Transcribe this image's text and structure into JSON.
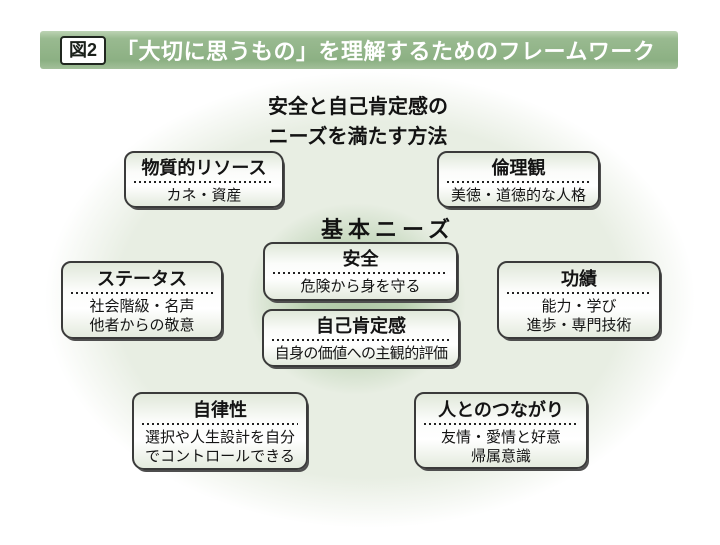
{
  "header": {
    "badge": "図2",
    "title": "「大切に思うもの」を理解するためのフレームワーク"
  },
  "caption": {
    "line1": "安全と自己肯定感の",
    "line2": "ニーズを満たす方法"
  },
  "center_label": "基本ニーズ",
  "boxes": [
    {
      "id": "material-resources",
      "title": "物質的リソース",
      "lines": [
        "カネ・資産"
      ]
    },
    {
      "id": "ethics",
      "title": "倫理観",
      "lines": [
        "美徳・道徳的な人格"
      ]
    },
    {
      "id": "safety",
      "title": "安全",
      "lines": [
        "危険から身を守る"
      ]
    },
    {
      "id": "self-esteem",
      "title": "自己肯定感",
      "lines": [
        "自身の価値への主観的評価"
      ]
    },
    {
      "id": "status",
      "title": "ステータス",
      "lines": [
        "社会階級・名声",
        "他者からの敬意"
      ]
    },
    {
      "id": "achievement",
      "title": "功績",
      "lines": [
        "能力・学び",
        "進歩・専門技術"
      ]
    },
    {
      "id": "autonomy",
      "title": "自律性",
      "lines": [
        "選択や人生設計を自分",
        "でコントロールできる"
      ]
    },
    {
      "id": "connection",
      "title": "人とのつながり",
      "lines": [
        "友情・愛情と好意",
        "帰属意識"
      ]
    }
  ],
  "colors": {
    "header_green": "#8fb287",
    "ellipse_green": "#e8eee3",
    "glow_green": "#b4cbab",
    "box_border": "#3a3a3a",
    "text": "#141414",
    "header_text": "#ffffff"
  }
}
